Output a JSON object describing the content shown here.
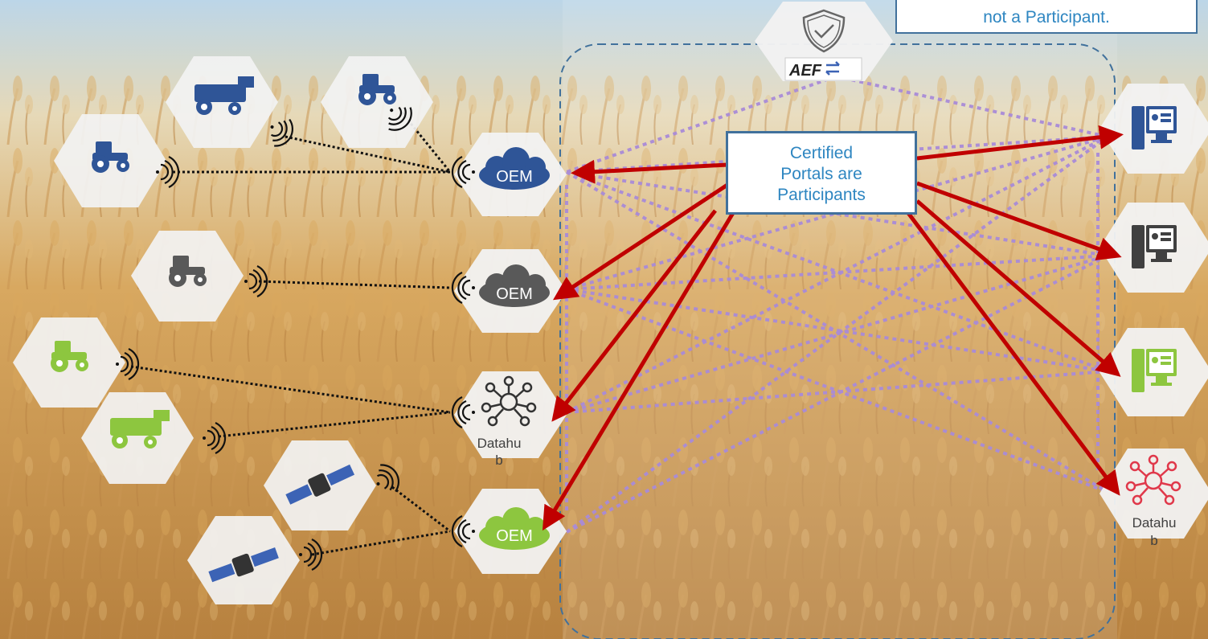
{
  "notes": {
    "top_callout": "not a Participant.",
    "center_callout_lines": [
      "Certified",
      "Portals are",
      "Participants"
    ]
  },
  "labels": {
    "oem": "OEM",
    "datahub_line1": "Datahu",
    "datahub_line2": "b",
    "aef": "AEF"
  },
  "icons": {
    "tractor": "tractor-icon",
    "combine": "combine-harvester-icon",
    "satellite": "satellite-icon",
    "cloud": "cloud-icon",
    "hub": "hub-icon",
    "computer": "computer-portal-icon",
    "shield": "shield-check-icon",
    "wireless": "wireless-signal-icon"
  },
  "colors": {
    "blue": "#2f5597",
    "grey": "#595959",
    "green": "#8dc63f",
    "red_arrow": "#c00000",
    "purple_link": "#a98bd8",
    "hub_red": "#e0384a",
    "callout_text": "#2e86c1",
    "callout_border": "#41719c",
    "field_dashed_border": "#41719c"
  }
}
